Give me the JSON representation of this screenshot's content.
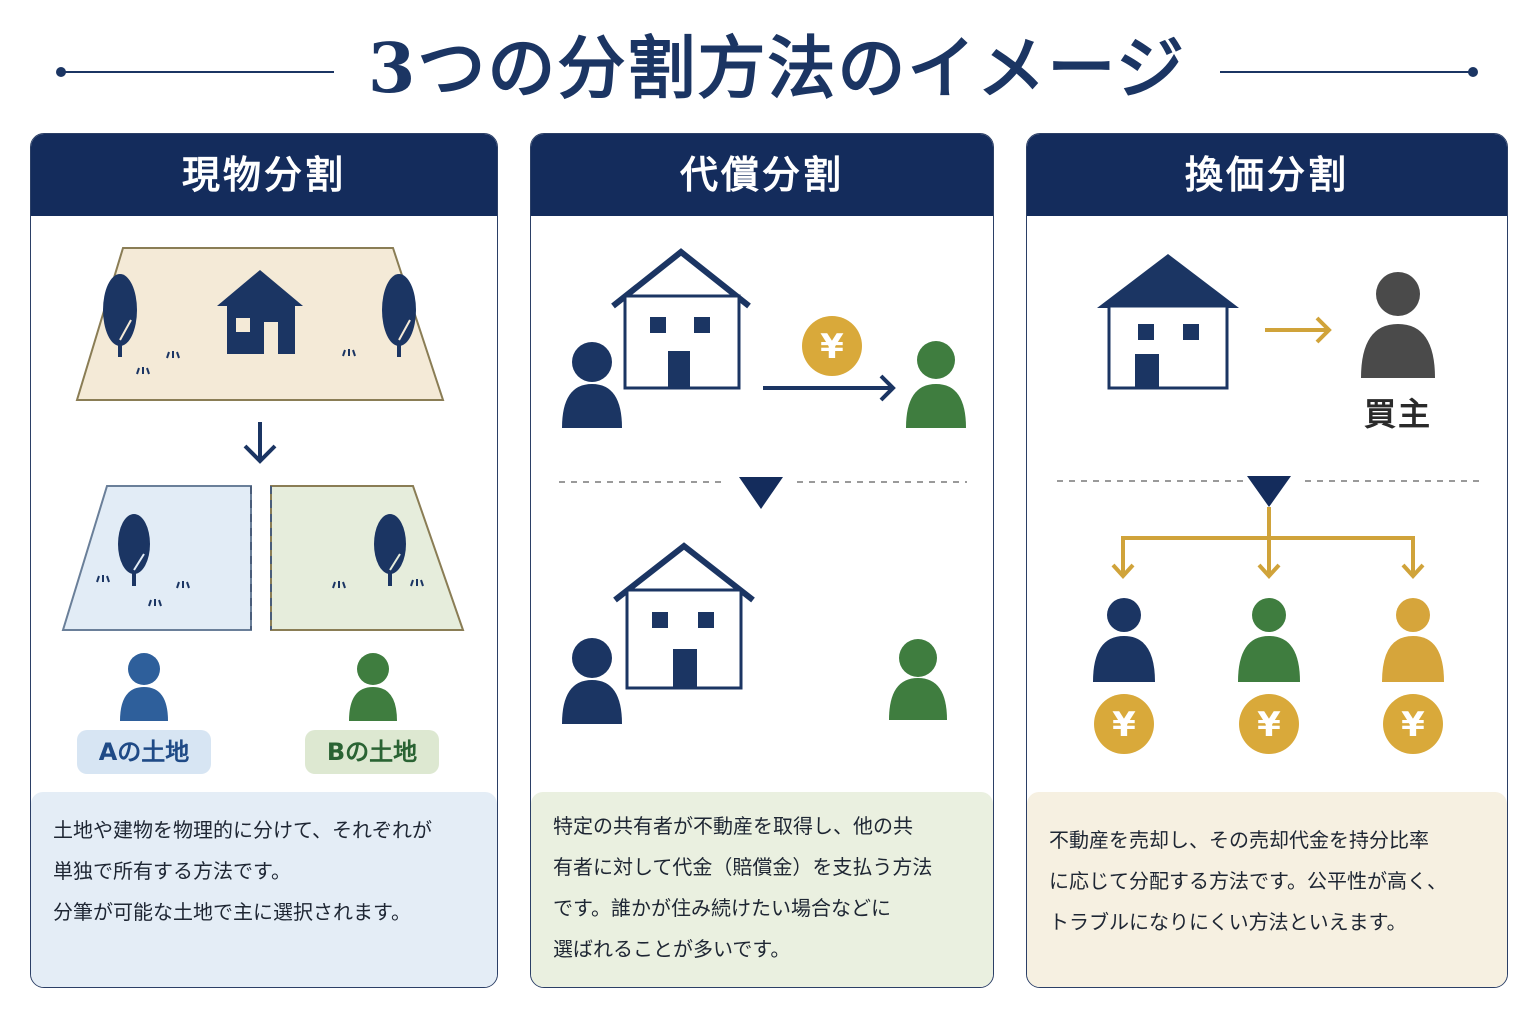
{
  "title": "3つの分割方法のイメージ",
  "colors": {
    "navy": "#142c5c",
    "land_beige": "#f4ead7",
    "land_blue": "#e2ecf6",
    "land_green": "#e6eddc",
    "person_blue": "#2e5f9b",
    "person_green": "#3f7d3f",
    "person_gold": "#d6a53b",
    "yen_gold": "#d9a93a",
    "buyer_gray": "#4a4a4a"
  },
  "methods": [
    {
      "heading": "現物分割",
      "labels": [
        "Aの土地",
        "Bの土地"
      ],
      "description": [
        "土地や建物を物理的に分けて、それぞれが",
        "単独で所有する方法です。",
        "分筆が可能な土地で主に選択されます。"
      ]
    },
    {
      "heading": "代償分割",
      "yen_symbol": "¥",
      "description": [
        "特定の共有者が不動産を取得し、他の共",
        "有者に対して代金（賠償金）を支払う方法",
        "です。誰かが住み続けたい場合などに",
        "選ばれることが多いです。"
      ]
    },
    {
      "heading": "換価分割",
      "buyer_label": "買主",
      "yen_symbol": "¥",
      "description": [
        "不動産を売却し、その売却代金を持分比率",
        "に応じて分配する方法です。公平性が高く、",
        "トラブルになりにくい方法といえます。"
      ]
    }
  ]
}
